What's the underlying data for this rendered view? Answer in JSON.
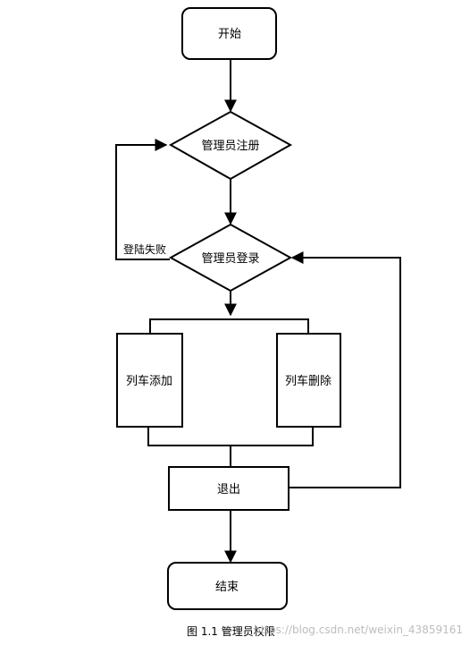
{
  "nodes": {
    "start": "开始",
    "register": "管理员注册",
    "login": "管理员登录",
    "add_train": "列车添加",
    "delete_train": "列车删除",
    "exit": "退出",
    "end": "结束"
  },
  "edge_labels": {
    "login_failed": "登陆失败"
  },
  "caption": "图 1.1 管理员权限",
  "watermark": "https://blog.csdn.net/weixin_43859161"
}
